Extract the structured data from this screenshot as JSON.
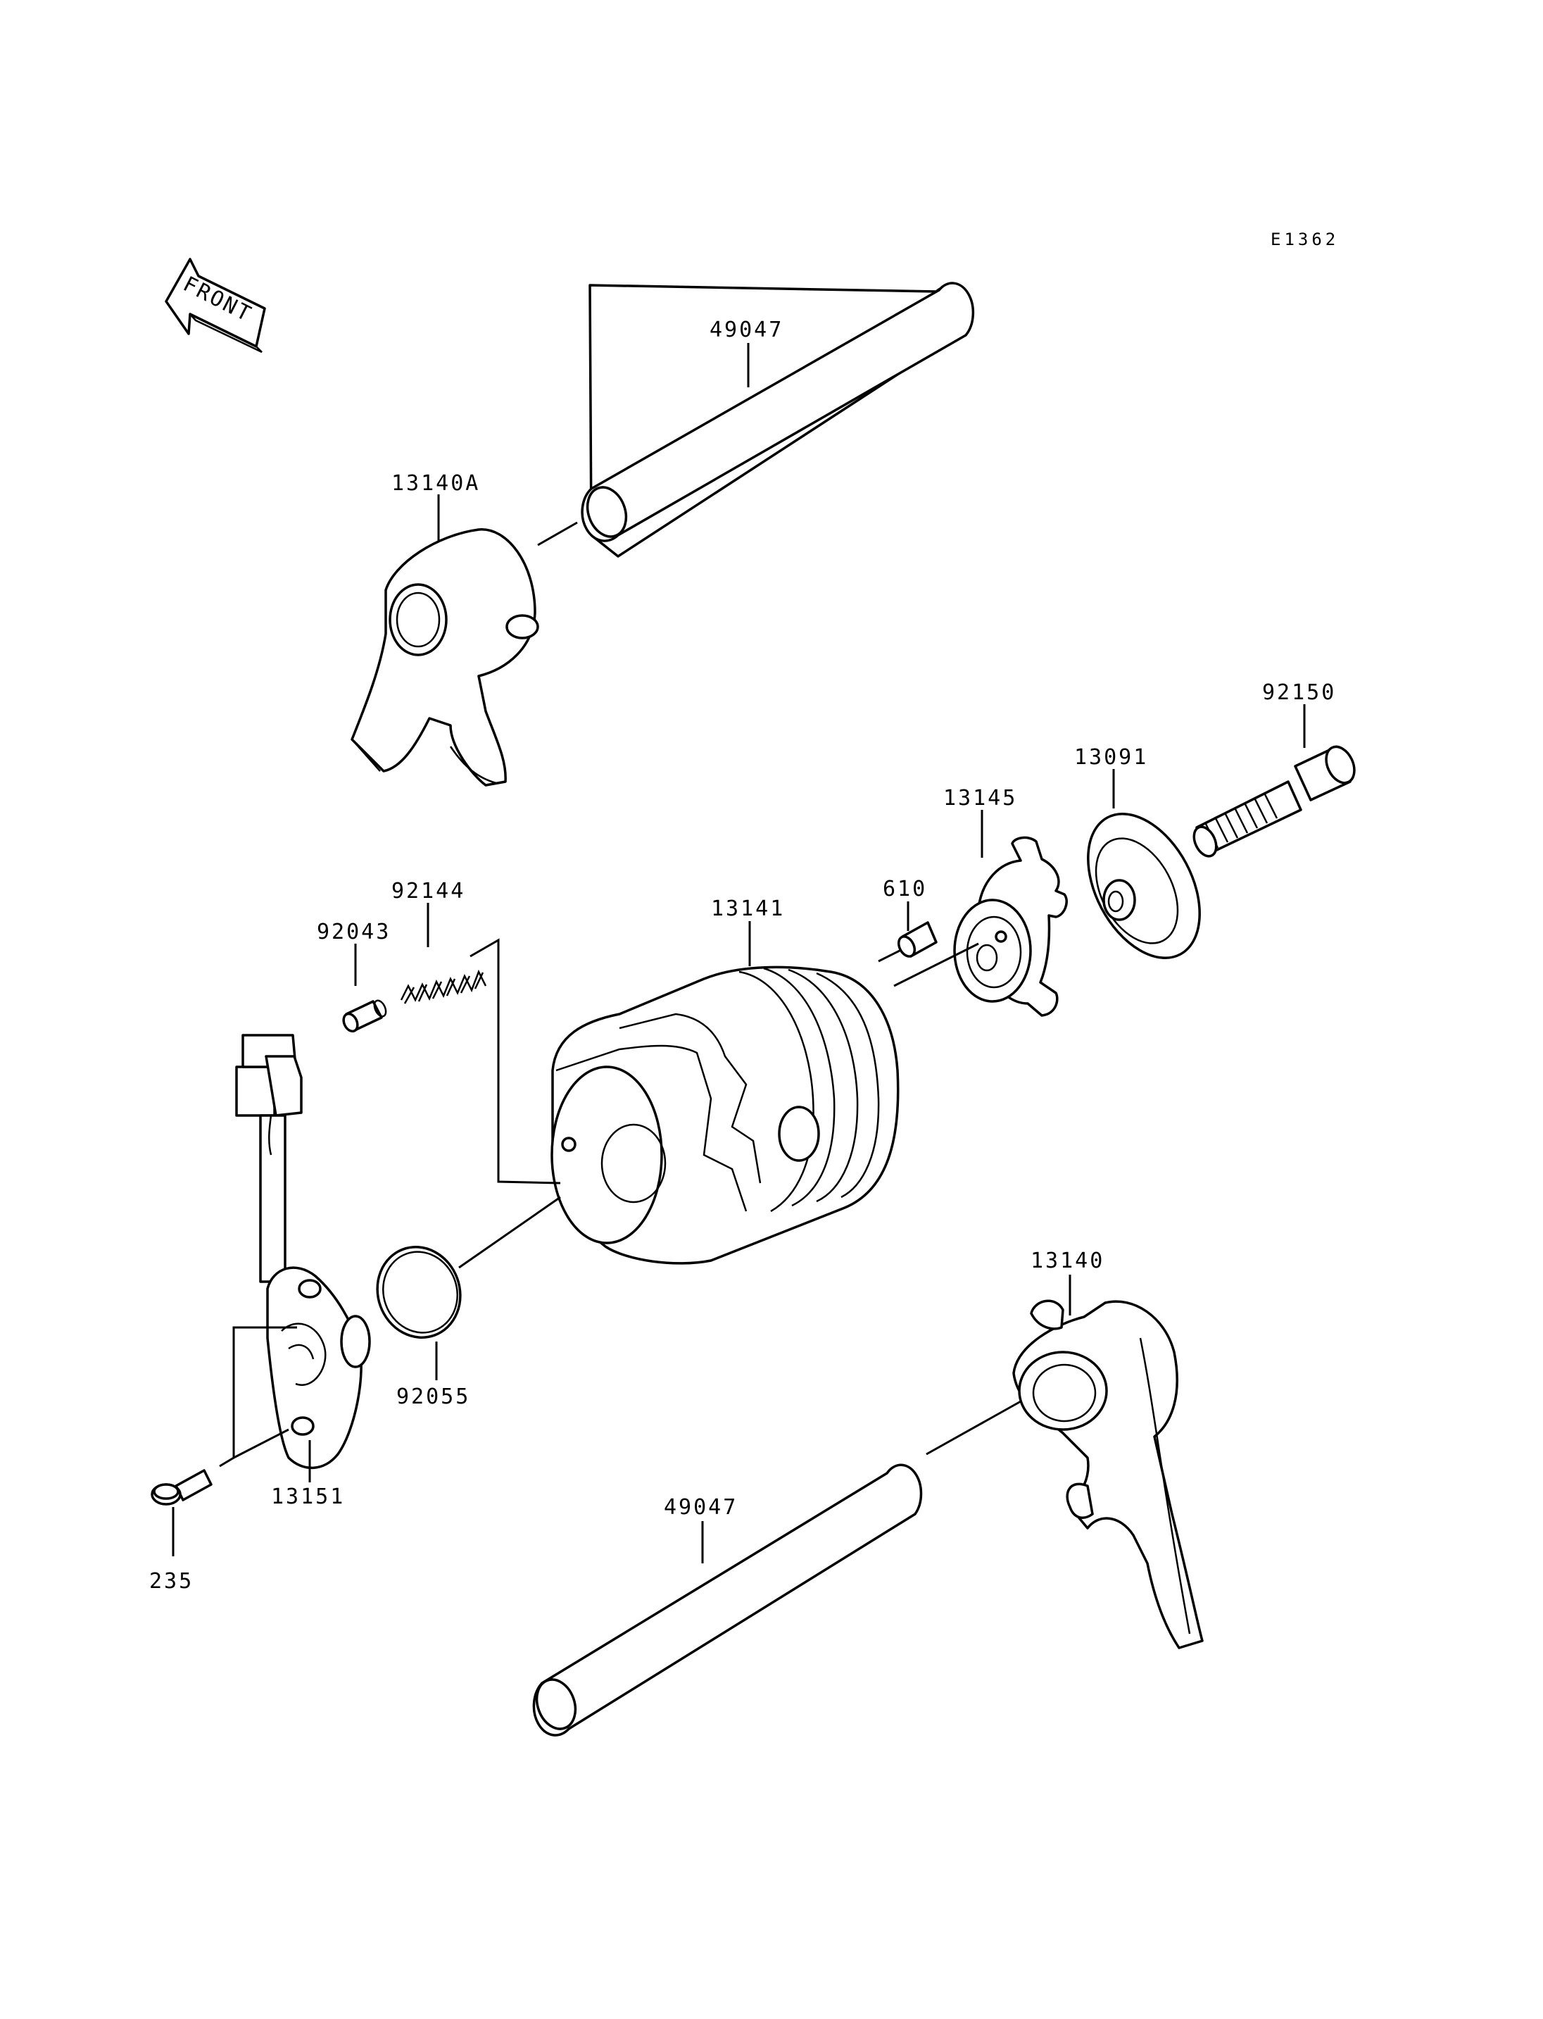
{
  "diagram_code": "E1362",
  "front_label": "FRONT",
  "parts": {
    "p49047_top": "49047",
    "p13140A": "13140A",
    "p92150": "92150",
    "p13091": "13091",
    "p13145": "13145",
    "p610": "610",
    "p13141": "13141",
    "p92144": "92144",
    "p92043": "92043",
    "p92055": "92055",
    "p13151": "13151",
    "p235": "235",
    "p13140": "13140",
    "p49047_bottom": "49047"
  }
}
